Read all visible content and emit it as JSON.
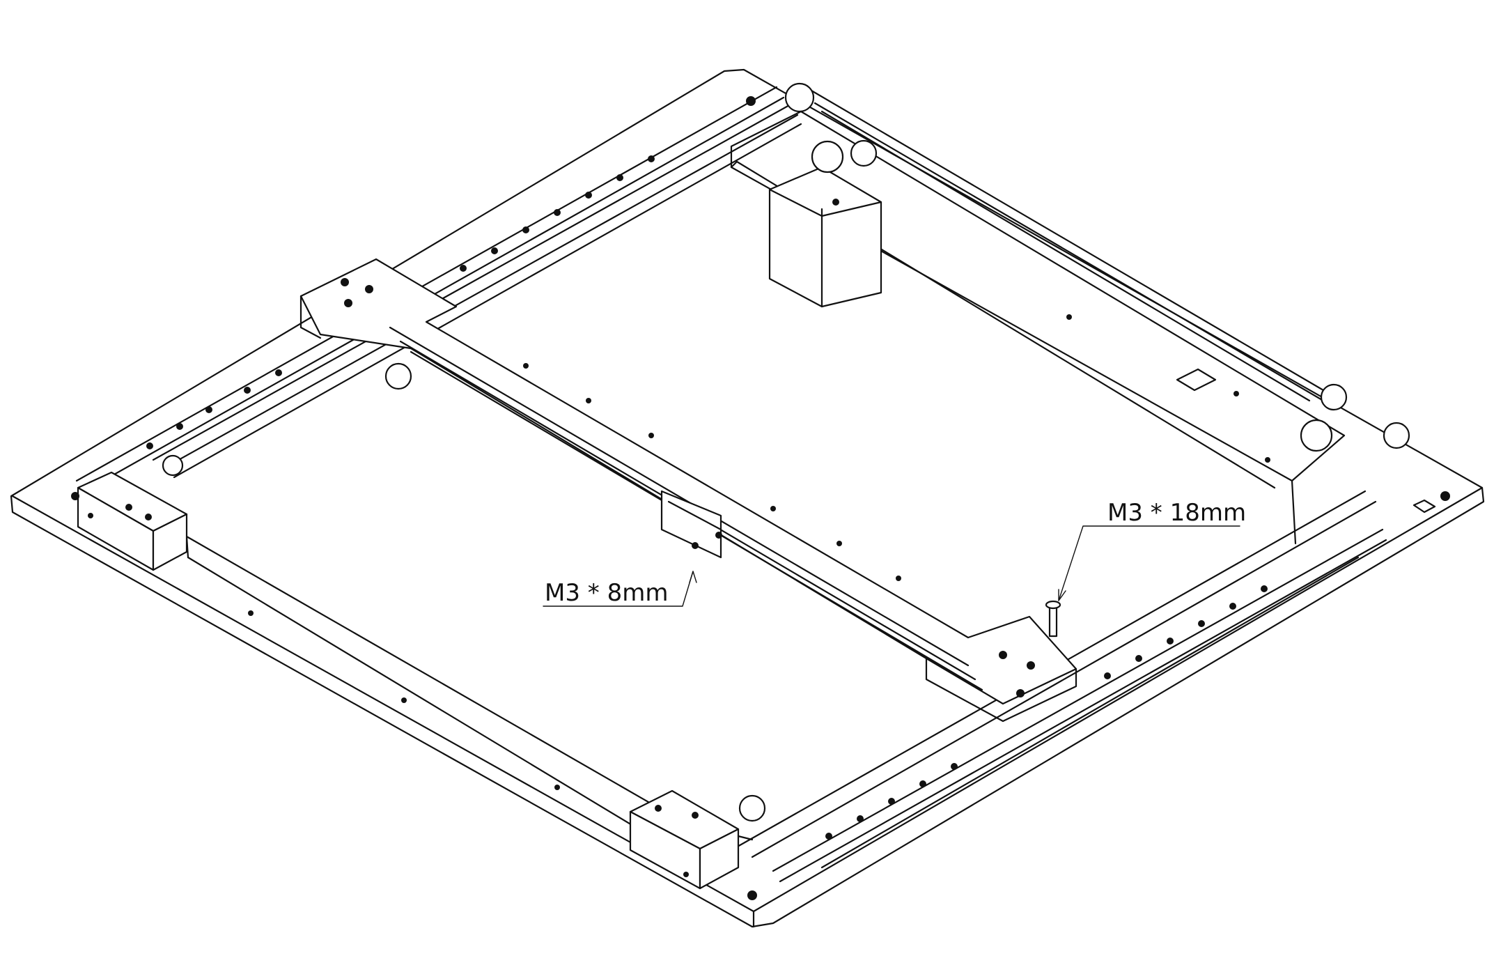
{
  "callouts": [
    {
      "id": "screw-short",
      "label": "M3 * 8mm"
    },
    {
      "id": "screw-long",
      "label": "M3 * 18mm"
    }
  ],
  "colors": {
    "line": "#111111",
    "background": "#ffffff"
  }
}
